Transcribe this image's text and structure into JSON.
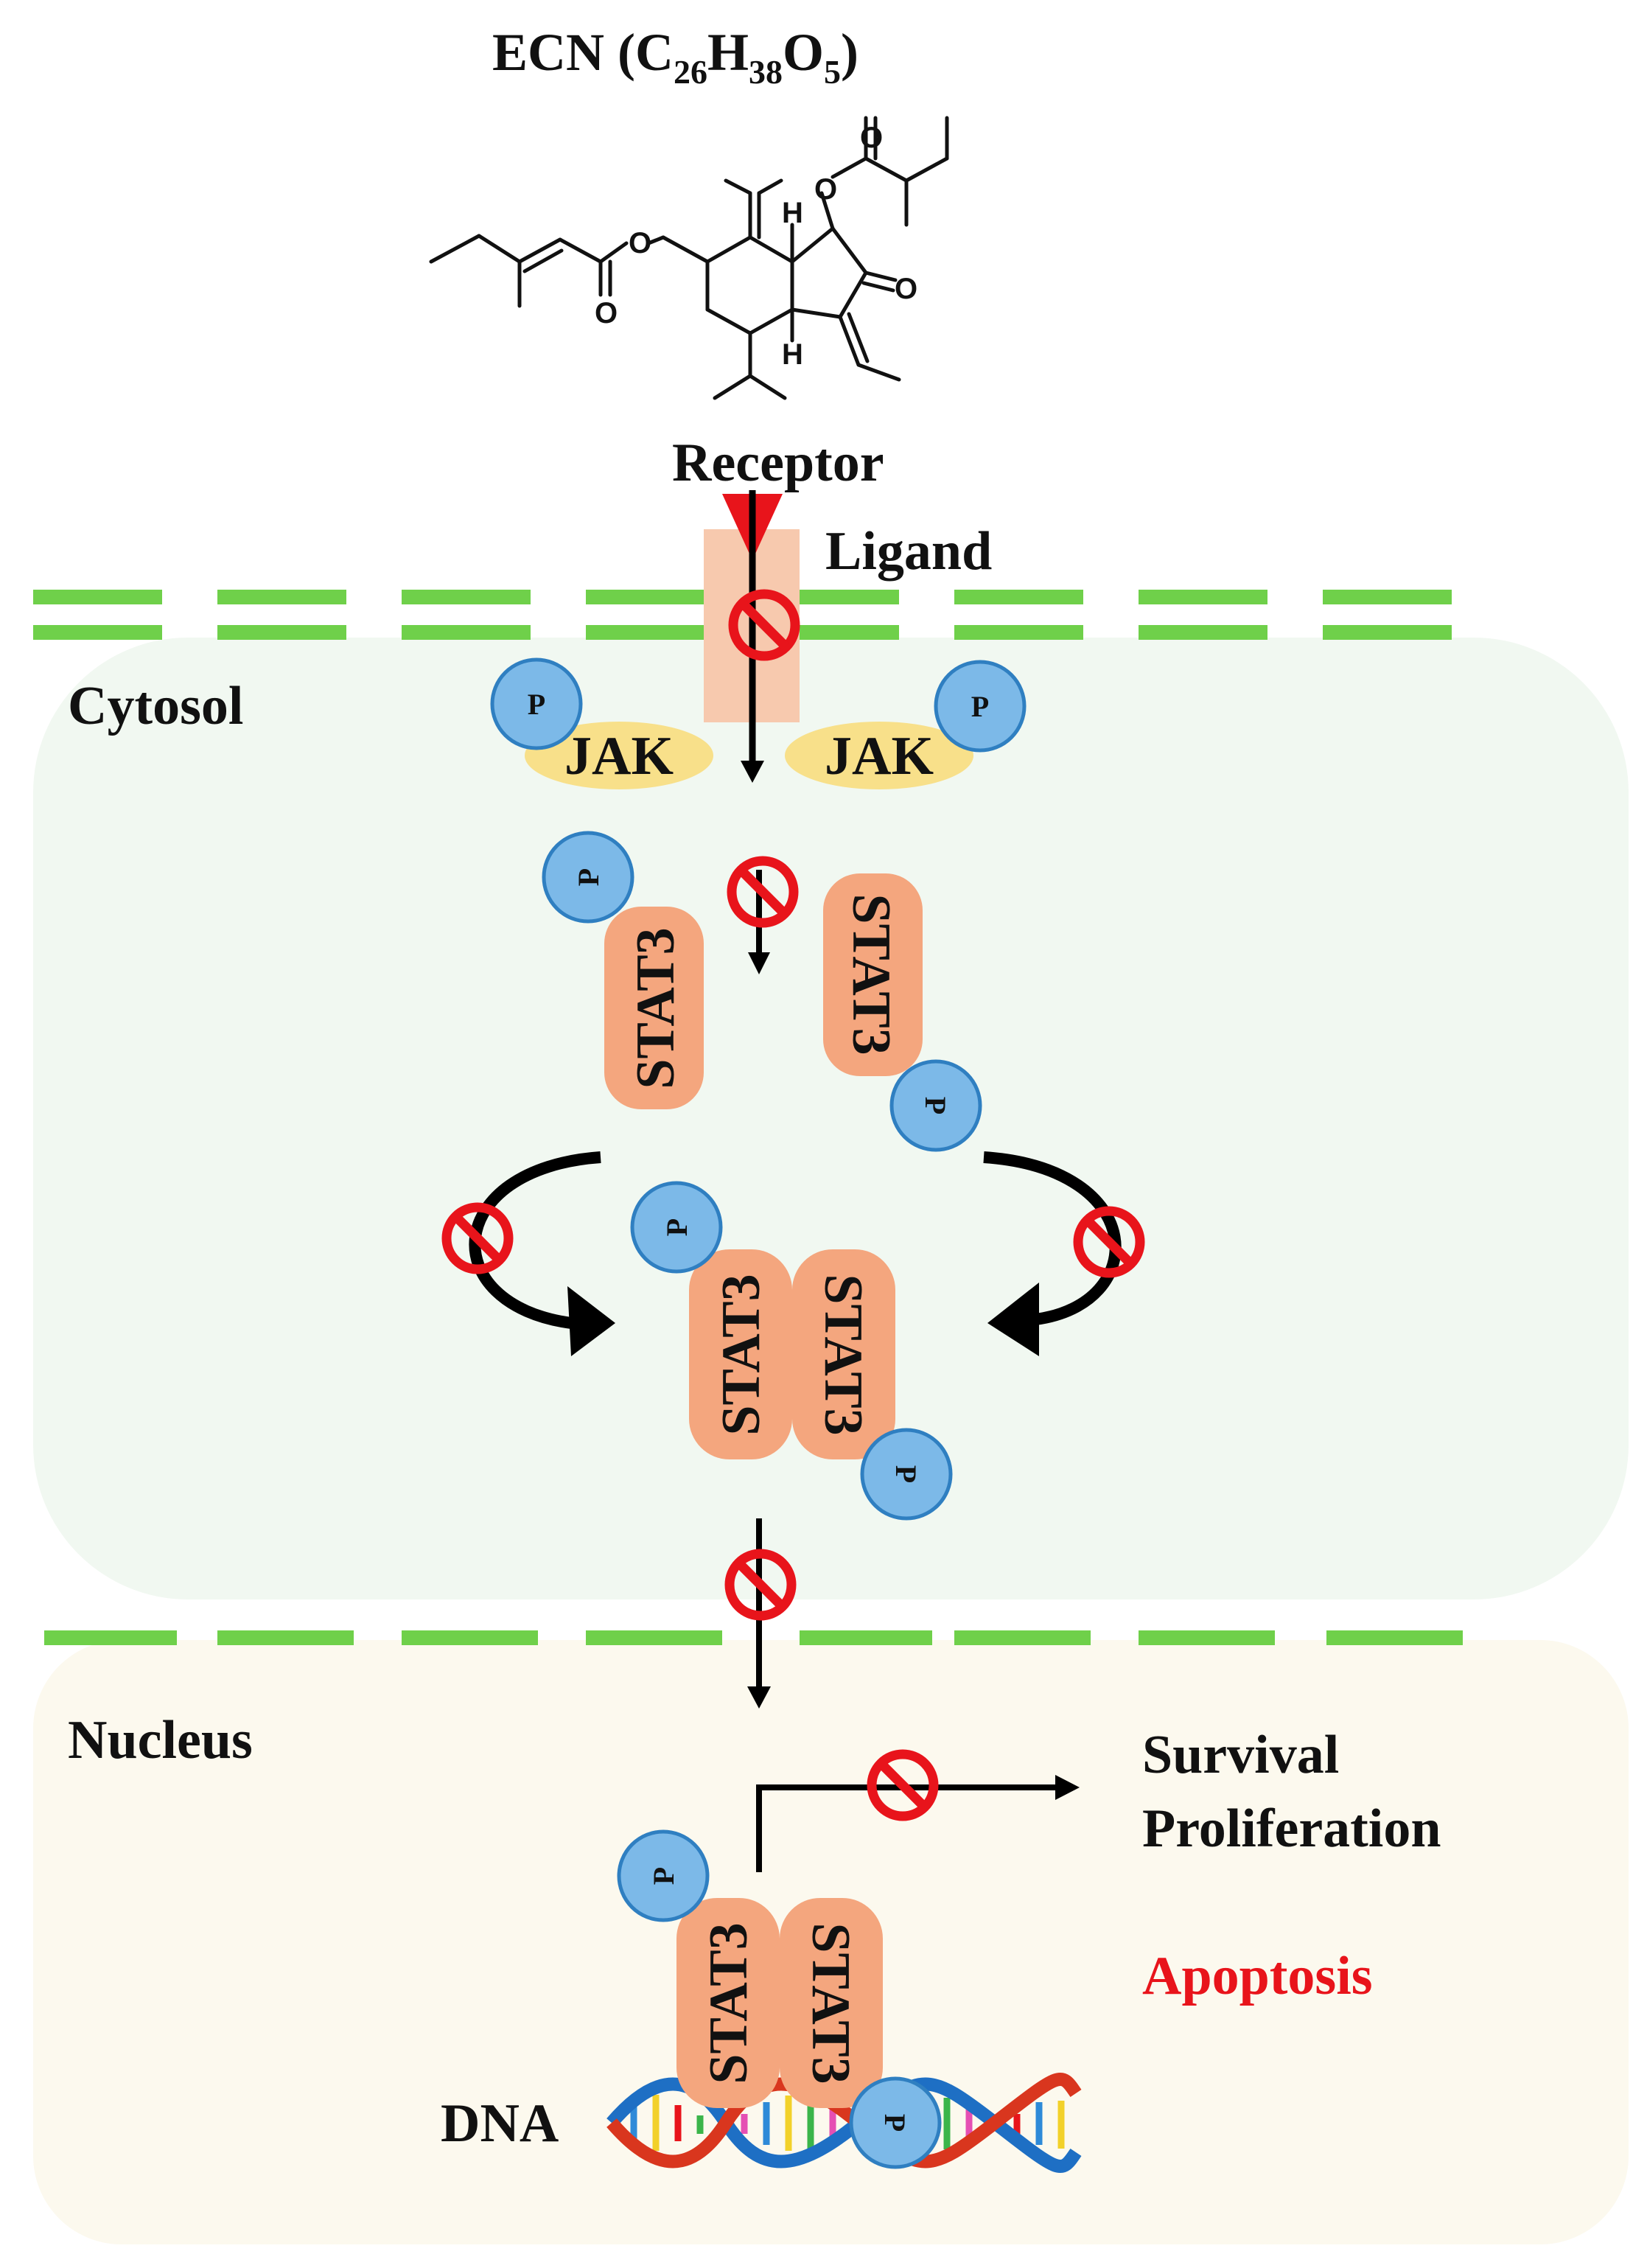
{
  "compound": {
    "name": "ECN",
    "formula_parts": [
      "C",
      "26",
      "H",
      "38",
      "O",
      "5"
    ],
    "atoms": {
      "oxygen": "O",
      "hydrogen": "H"
    }
  },
  "labels": {
    "receptor": "Receptor",
    "ligand": "Ligand",
    "cytosol": "Cytosol",
    "nucleus": "Nucleus",
    "jak": "JAK",
    "stat3": "STAT3",
    "phospho": "P",
    "dna": "DNA",
    "survival": "Survival",
    "proliferation": "Proliferation",
    "apoptosis": "Apoptosis"
  },
  "colors": {
    "membrane": "#6fd04a",
    "cytosol_bg": "#f1f8f1",
    "nucleus_bg": "#fcf9ee",
    "receptor": "#f7c9ae",
    "jak": "#f8e08a",
    "stat3": "#f4a67e",
    "phospho": "#7cb9e8",
    "inhibit": "#e8141b",
    "apoptosis_text": "#e8141b",
    "arrow": "#000000"
  },
  "icons": {
    "inhibit": "prohibition-icon",
    "phosphate": "phosphate-circle",
    "dna": "dna-helix-icon"
  }
}
